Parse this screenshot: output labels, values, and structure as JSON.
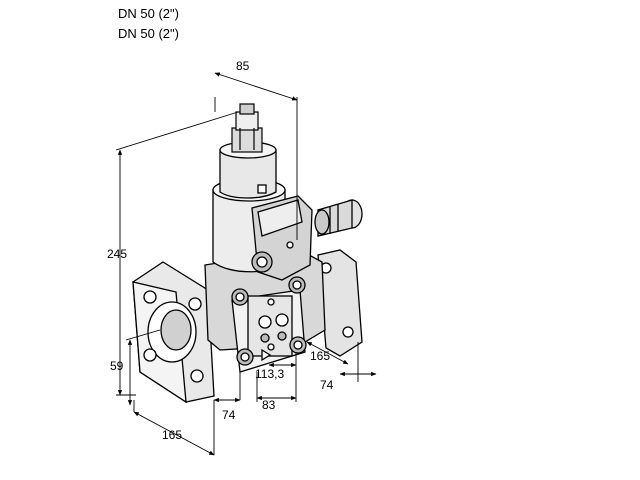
{
  "header": {
    "line1": "DN 50 (2\")",
    "line2": "DN 50 (2\")"
  },
  "dimensions": {
    "top_width": "85",
    "height_total": "245",
    "height_axis": "59",
    "flange_width": "165",
    "side_flange": "165",
    "offset_left": "74",
    "offset_right": "74",
    "body_depth": "83",
    "center_offset": "113,3"
  },
  "colors": {
    "line": "#000000",
    "fill_light": "#f2f2f2",
    "fill_mid": "#d9d9d9",
    "fill_dark": "#9a9a9a"
  }
}
